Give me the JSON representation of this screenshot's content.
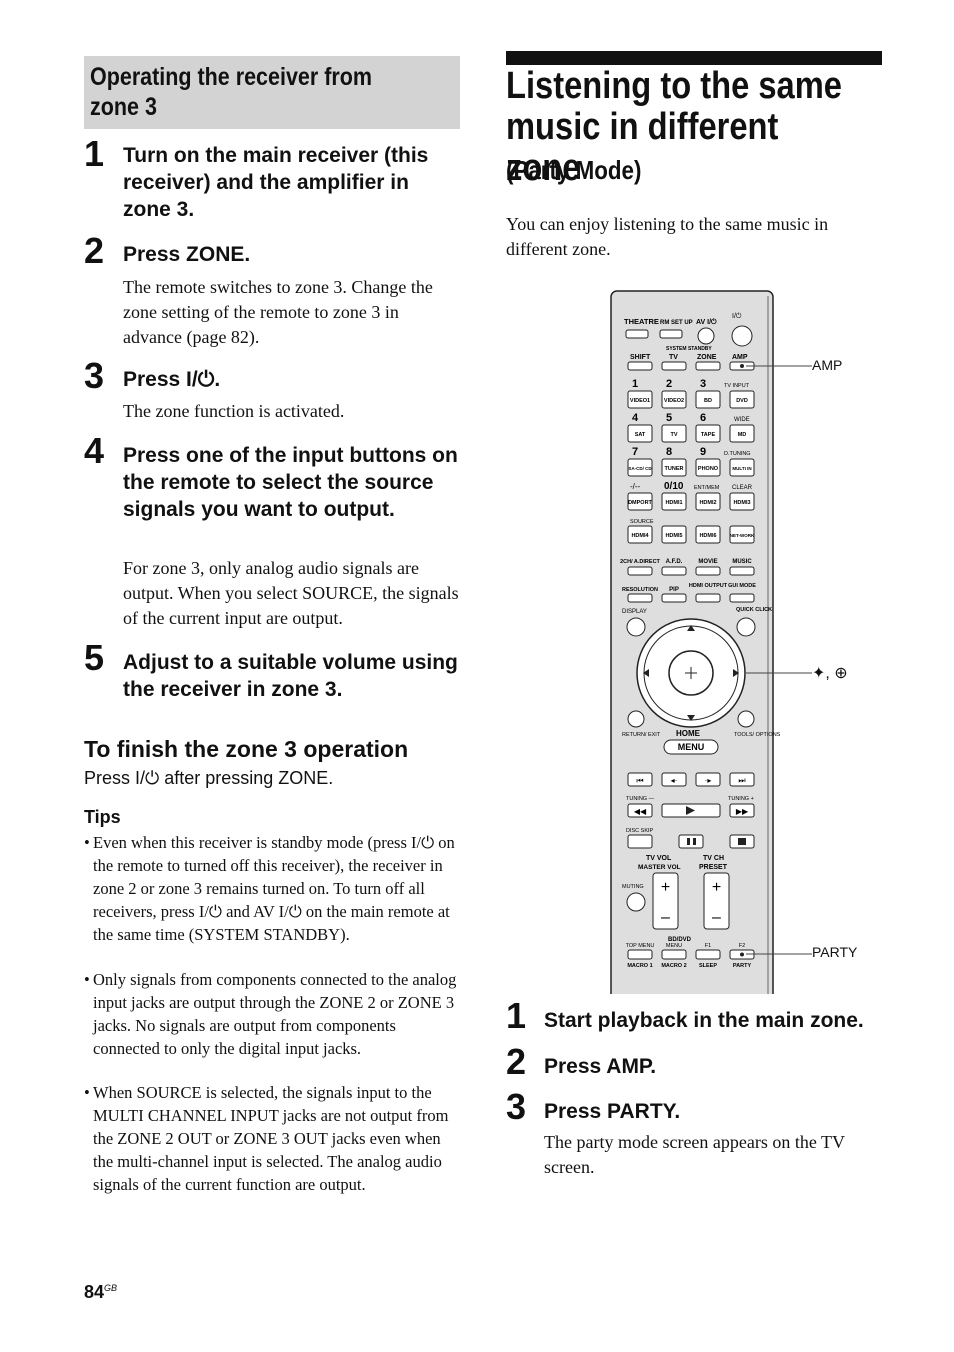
{
  "left": {
    "section_title": "Operating the receiver from zone 3",
    "steps": [
      {
        "num": "1",
        "title": "Turn on the main receiver (this receiver) and the amplifier in zone 3.",
        "body": ""
      },
      {
        "num": "2",
        "title": "Press ZONE.",
        "body": "The remote switches to zone 3. Change the zone setting of the remote to zone 3 in advance (page 82)."
      },
      {
        "num": "3",
        "title": "Press I/⏻.",
        "body": "The zone function is activated."
      },
      {
        "num": "4",
        "title": "Press one of the input buttons on the remote to select the source signals you want to output.",
        "body": "For zone 3, only analog audio signals are output. When you select SOURCE, the signals of the current input are output."
      },
      {
        "num": "5",
        "title": "Adjust to a suitable volume using the receiver in zone 3.",
        "body": ""
      }
    ],
    "finish_heading": "To finish the zone 3 operation",
    "finish_text": "Press I/⏻ after pressing ZONE.",
    "tips_heading": "Tips",
    "tips": [
      "Even when this receiver is standby mode (press I/⏻ on the remote to turned off this receiver), the receiver in zone 2 or zone 3 remains turned on. To turn off all receivers, press I/⏻ and AV I/⏻ on the main remote at the same time (SYSTEM STANDBY).",
      "Only signals from components connected to the analog input jacks are output through the ZONE 2 or ZONE 3 jacks. No signals are output from components connected to only the digital input jacks.",
      "When SOURCE is selected, the signals input to the MULTI CHANNEL INPUT jacks are not output from the ZONE 2 OUT or ZONE 3 OUT jacks even when the multi-channel input is selected. The analog audio signals of the current function are output."
    ]
  },
  "right": {
    "title": "Listening to the same music in different zone",
    "subtitle": "(Party Mode)",
    "intro": "You can enjoy listening to the same music in different zone.",
    "callouts": {
      "amp": "AMP",
      "enter": "✦, ⊕",
      "party": "PARTY"
    },
    "steps": [
      {
        "num": "1",
        "title": "Start playback in the main zone.",
        "body": ""
      },
      {
        "num": "2",
        "title": "Press AMP.",
        "body": ""
      },
      {
        "num": "3",
        "title": "Press PARTY.",
        "body": "The party mode screen appears on the TV screen."
      }
    ]
  },
  "remote": {
    "row1": [
      "THEATRE",
      "RM SET UP",
      "AV I/⏻",
      "I/⏻"
    ],
    "system_standby": "SYSTEM STANDBY",
    "row2": [
      "SHIFT",
      "TV",
      "ZONE",
      "AMP"
    ],
    "num_labels": [
      "1",
      "2",
      "3",
      "4",
      "5",
      "6",
      "7",
      "8",
      "9",
      "-/--",
      "0/10",
      "ENT/MEM",
      "CLEAR"
    ],
    "tv_input": "TV INPUT",
    "wide": "WIDE",
    "dtuning": "D.TUNING",
    "inputs_a": [
      "VIDEO1",
      "VIDEO2",
      "BD",
      "DVD"
    ],
    "inputs_b": [
      "SAT",
      "TV",
      "TAPE",
      "MD"
    ],
    "inputs_c": [
      "SA-CD/ CD",
      "TUNER",
      "PHONO",
      "MULTI IN"
    ],
    "inputs_d": [
      "DMPORT",
      "HDMI1",
      "HDMI2",
      "HDMI3"
    ],
    "source": "SOURCE",
    "inputs_e": [
      "HDMI4",
      "HDMI5",
      "HDMI6",
      "NET-WORK"
    ],
    "modes_a": [
      "2CH/ A.DIRECT",
      "A.F.D.",
      "MOVIE",
      "MUSIC"
    ],
    "modes_b": [
      "RESOLUTION",
      "PIP",
      "HDMI OUTPUT",
      "GUI MODE"
    ],
    "display": "DISPLAY",
    "quick_click": "QUICK CLICK",
    "return_exit": "RETURN/ EXIT",
    "home": "HOME",
    "menu": "MENU",
    "tools_options": "TOOLS/ OPTIONS",
    "tuning_minus": "TUNING —",
    "tuning_plus": "TUNING +",
    "disc_skip": "DISC SKIP",
    "tv_vol": "TV VOL",
    "master_vol": "MASTER VOL",
    "tv_ch": "TV CH",
    "preset": "PRESET",
    "muting": "MUTING",
    "bd_dvd": "BD/DVD",
    "bottom_top": [
      "TOP MENU",
      "MENU",
      "F1",
      "F2"
    ],
    "bottom_bottom": [
      "MACRO 1",
      "MACRO 2",
      "SLEEP",
      "PARTY"
    ]
  },
  "page": {
    "number": "84",
    "suffix": "GB"
  }
}
